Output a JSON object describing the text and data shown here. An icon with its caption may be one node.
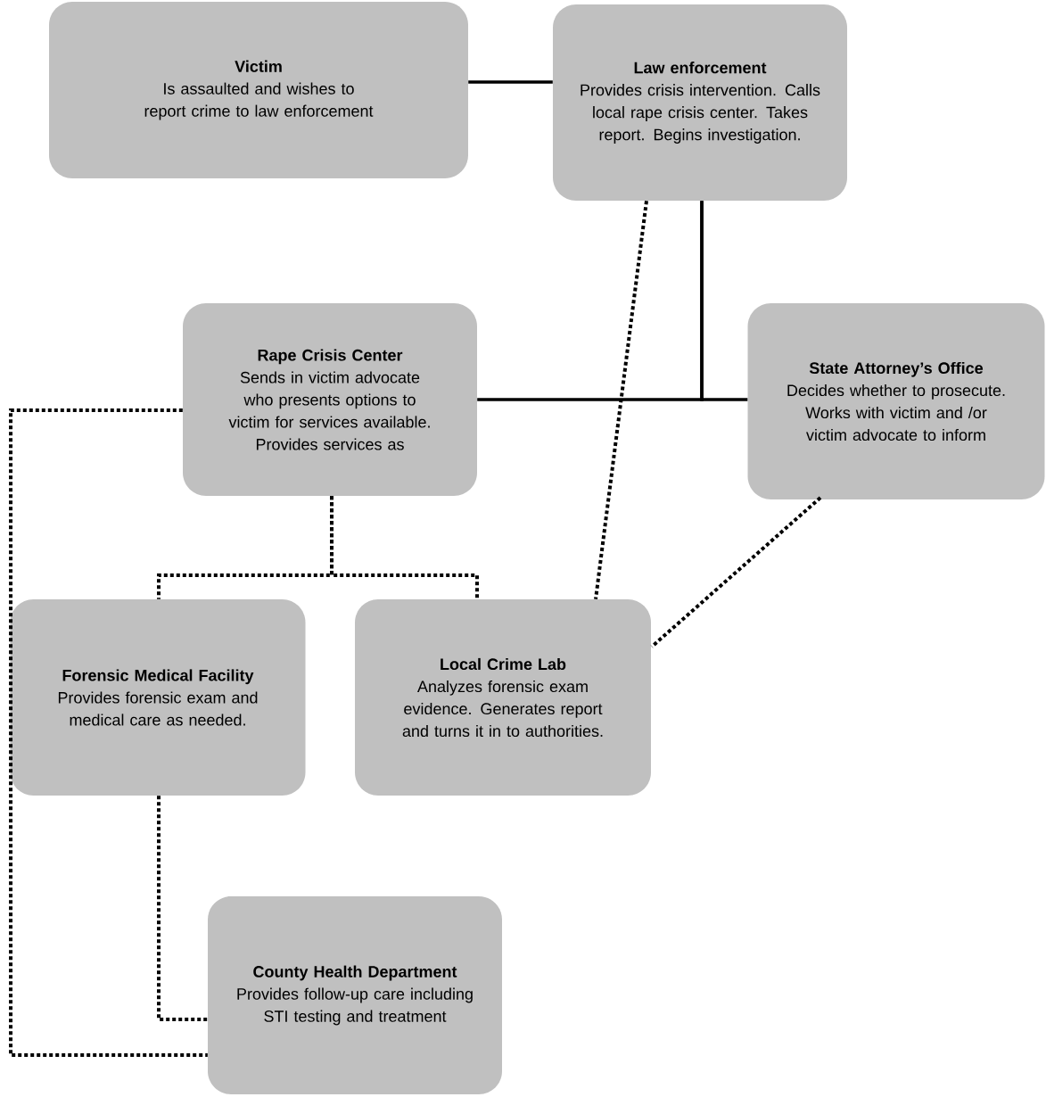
{
  "diagram": {
    "nodes": [
      {
        "text": [
          "Victim",
          "Is assaulted and wishes to report crime to law enforcement"
        ]
      },
      {
        "text": [
          "Law enforcement",
          "Provides crisis intervention. Calls local rape crisis center. Takes report. Begins investigation."
        ]
      },
      {
        "text": [
          "Rape Crisis Center",
          "Sends in victim advocate who presents options to victim for services available. Provides services as"
        ]
      },
      {
        "text": [
          "State Attorney’s Office",
          "Decides whether to prosecute. Works with victim and /or victim advocate to inform"
        ]
      },
      {
        "text": [
          "Forensic Medical Facility",
          "Provides forensic exam and medical care as needed."
        ]
      },
      {
        "text": [
          "Local Crime Lab",
          "Analyzes forensic exam evidence.  Generates report and turns it in to authorities."
        ]
      },
      {
        "text": [
          "County Health Department",
          "Provides follow-up care including STI testing and treatment"
        ]
      }
    ],
    "edges": [
      {
        "from": 0,
        "to": 1,
        "arrow": "none"
      },
      {
        "from": 1,
        "to": 2,
        "arrow": "none"
      },
      {
        "from": 1,
        "to": 3,
        "arrow": "none"
      },
      {
        "from": 1,
        "to": 5,
        "arrow": "none",
        "style": "dashed"
      },
      {
        "from": 3,
        "to": 5,
        "arrow": "none",
        "style": "dashed"
      },
      {
        "from": 2,
        "to": 4,
        "arrow": "none",
        "style": "dashed"
      },
      {
        "from": 2,
        "to": 5,
        "arrow": "none",
        "style": "dashed"
      },
      {
        "from": 2,
        "to": 6,
        "arrow": "none",
        "style": "dashed"
      },
      {
        "from": 4,
        "to": 6,
        "arrow": "none",
        "style": "dashed"
      }
    ]
  }
}
